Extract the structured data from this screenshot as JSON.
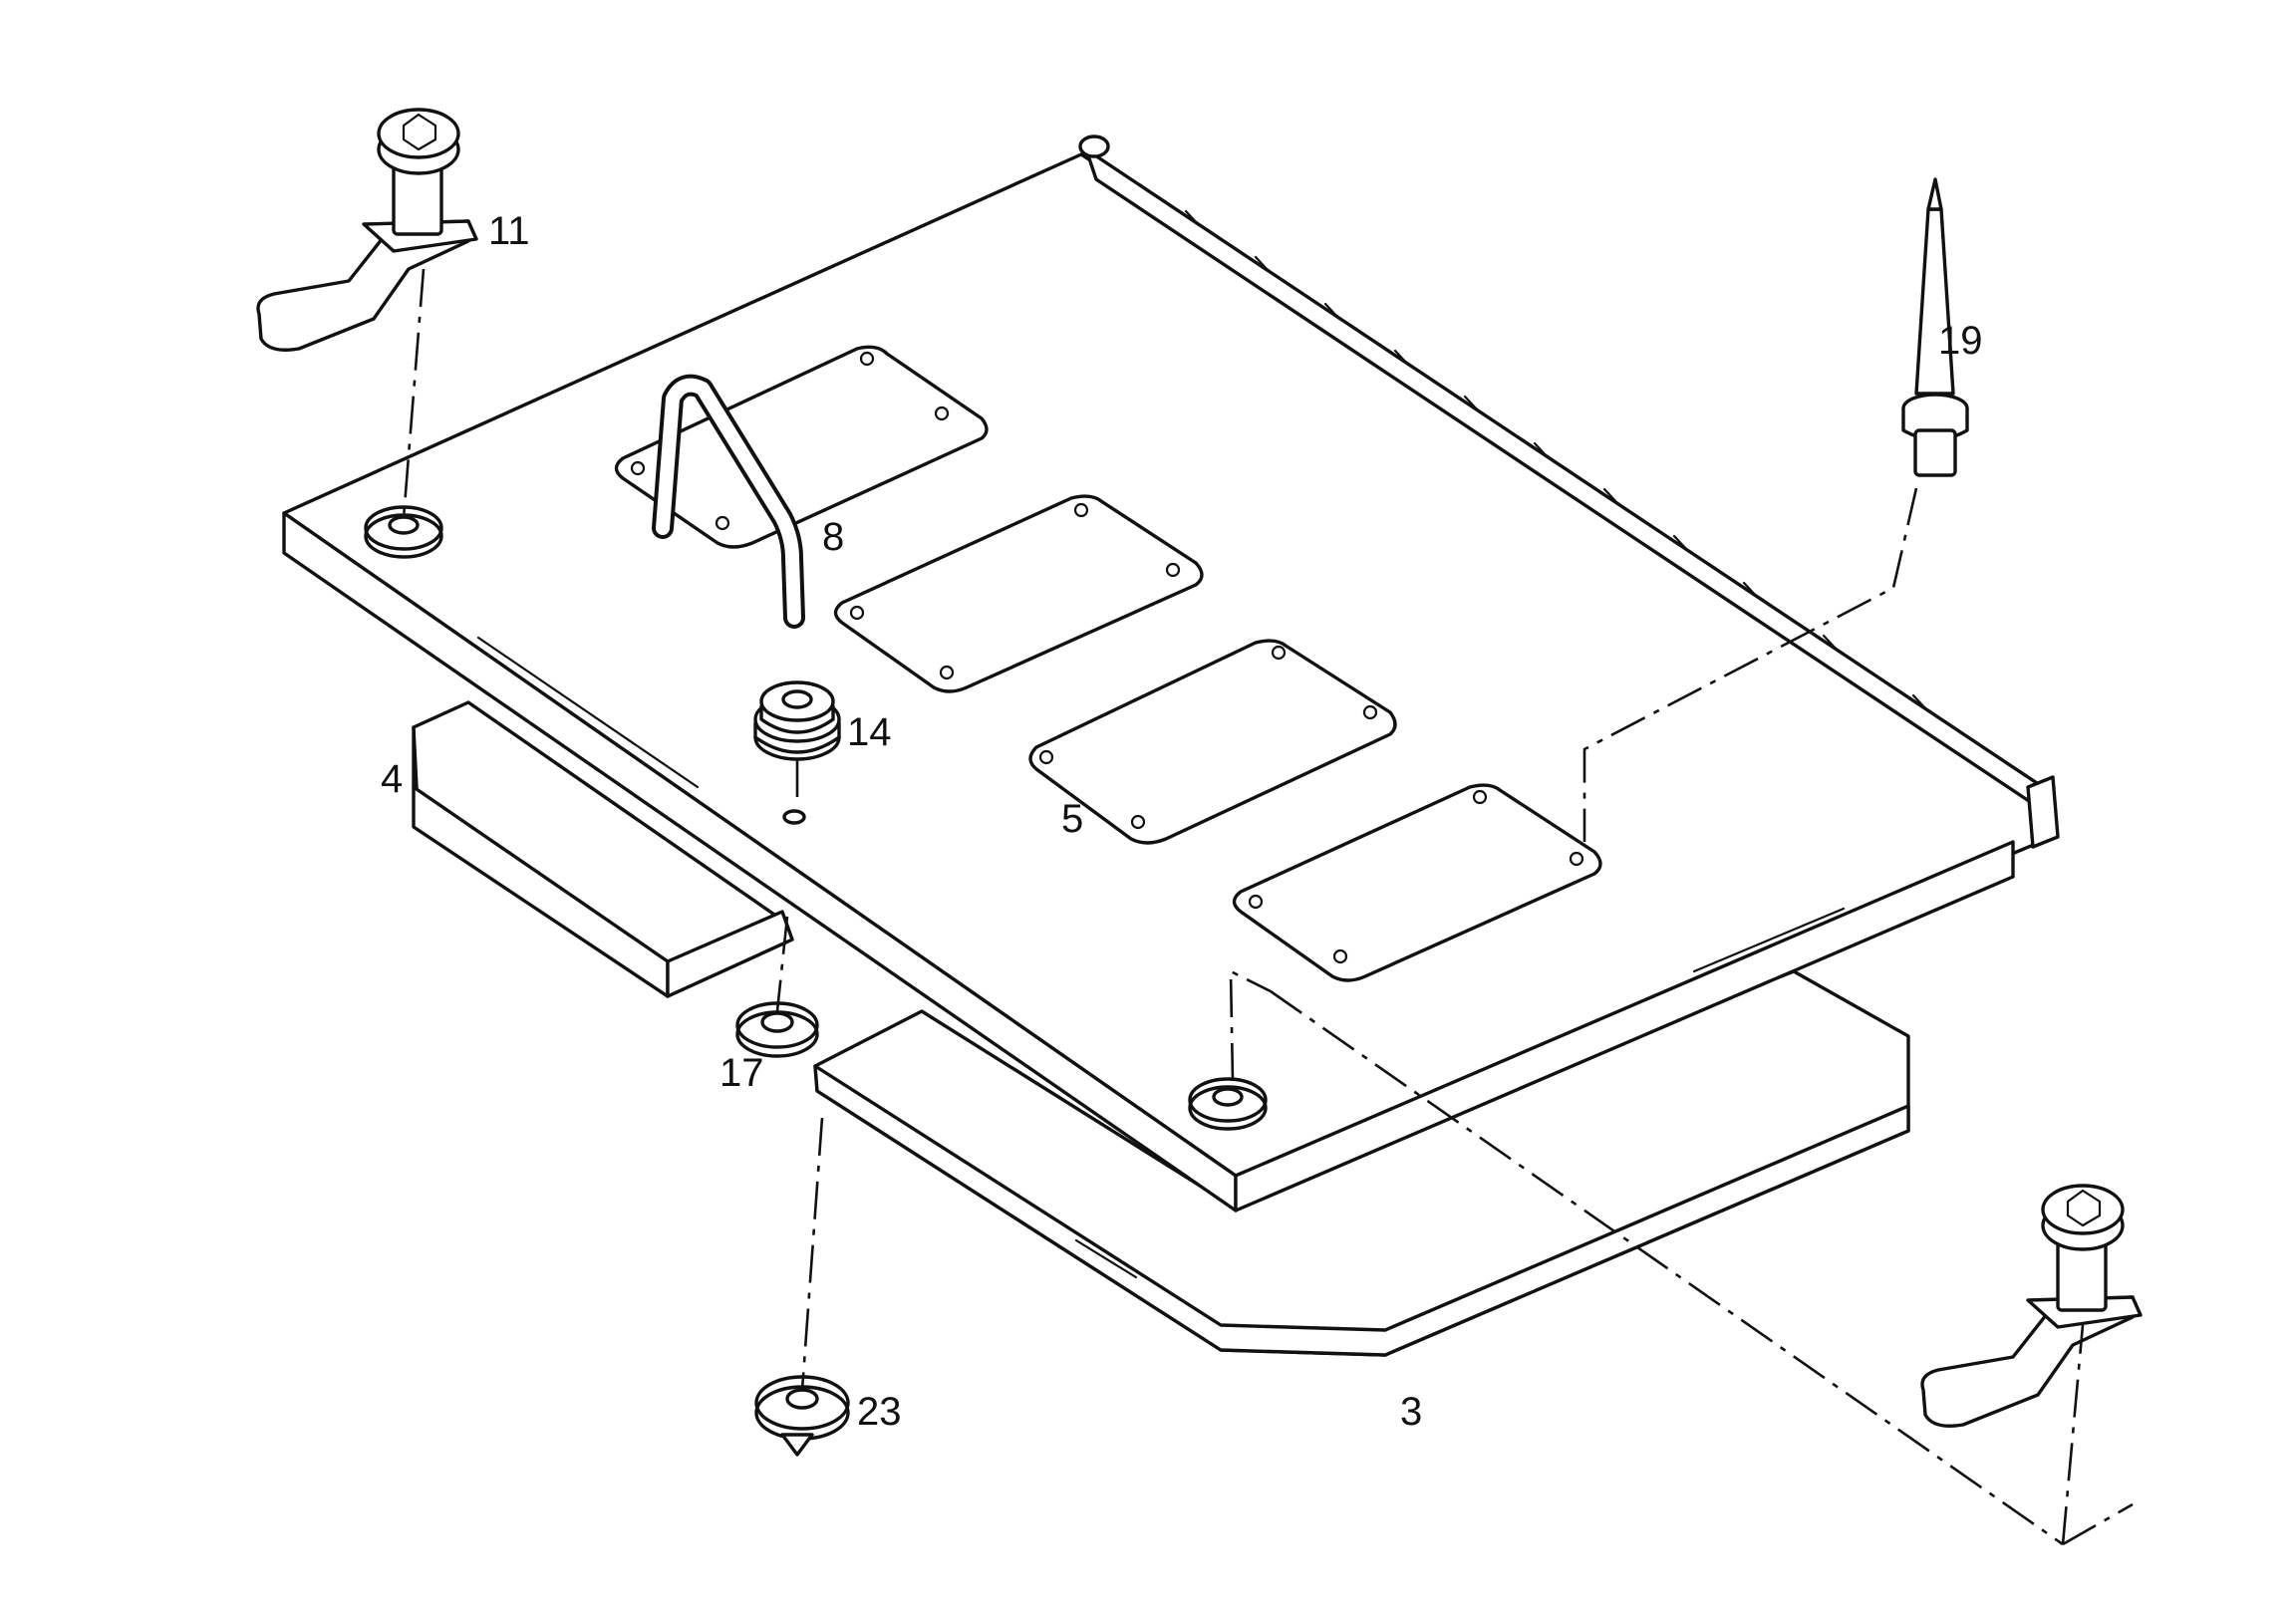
{
  "diagram": {
    "callouts": {
      "c11": "11",
      "c19": "19",
      "c8": "8",
      "c14": "14",
      "c4": "4",
      "c5": "5",
      "c17": "17",
      "c23": "23",
      "c3": "3"
    }
  }
}
